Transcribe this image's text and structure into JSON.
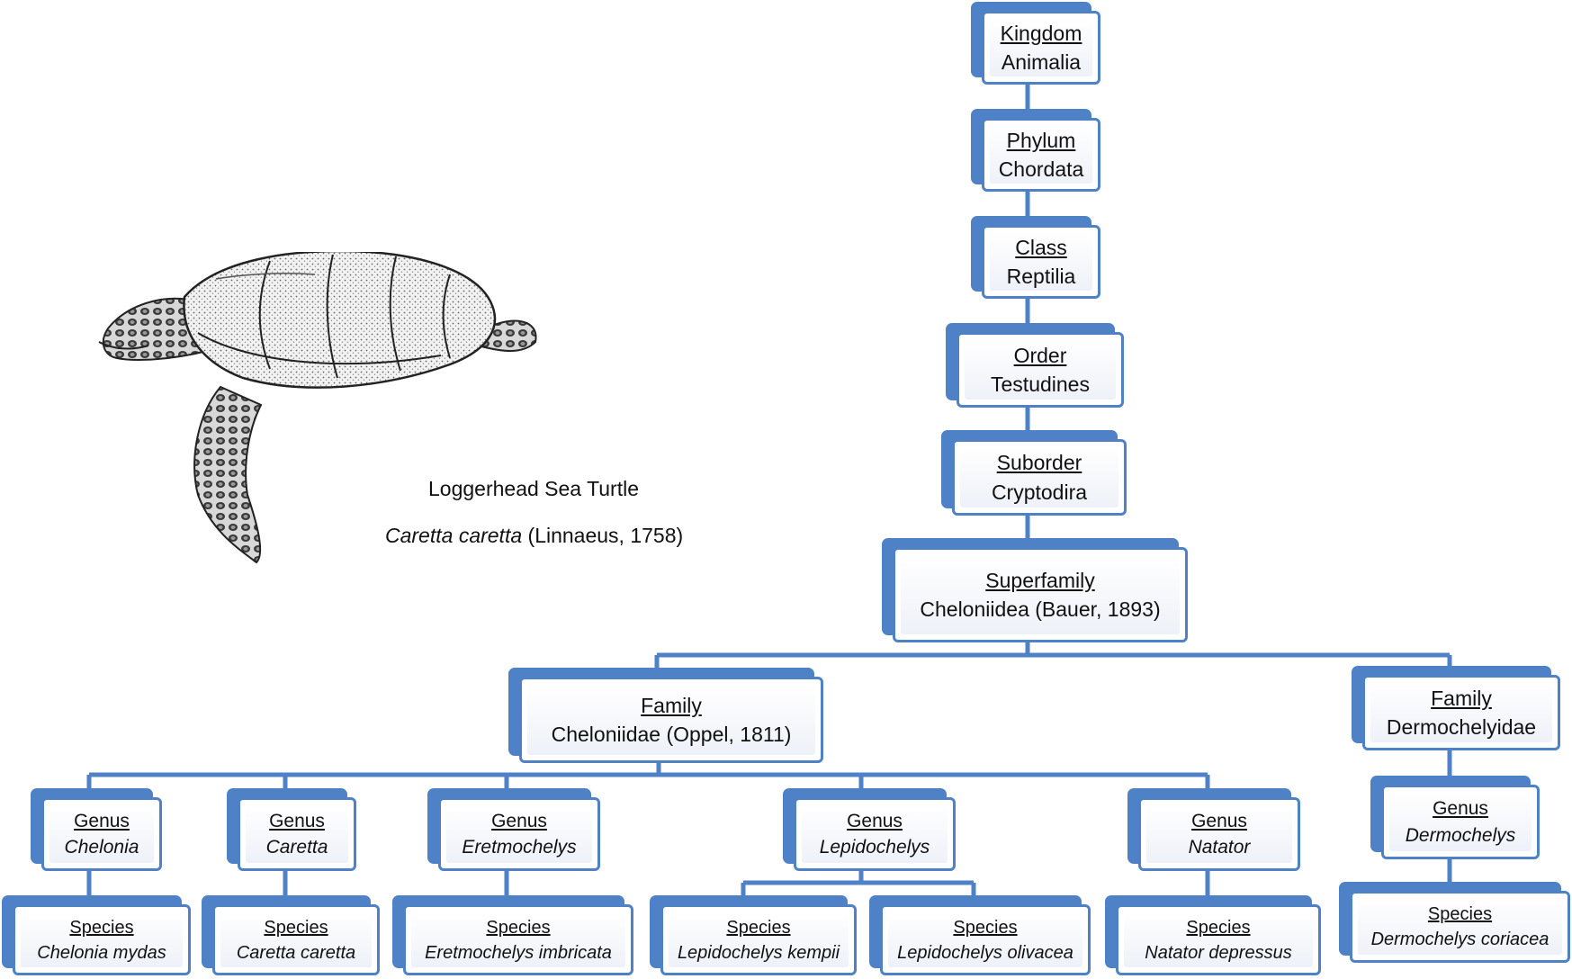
{
  "caption": {
    "common_name": "Loggerhead Sea Turtle",
    "scientific_name": "Caretta caretta",
    "authority": " (Linnaeus, 1758)"
  },
  "tree": {
    "kingdom": {
      "rank": "Kingdom",
      "name": "Animalia"
    },
    "phylum": {
      "rank": "Phylum",
      "name": "Chordata"
    },
    "class": {
      "rank": "Class",
      "name": "Reptilia"
    },
    "order": {
      "rank": "Order",
      "name": "Testudines"
    },
    "suborder": {
      "rank": "Suborder",
      "name": "Cryptodira"
    },
    "superfamily": {
      "rank": "Superfamily",
      "name": "Cheloniidea (Bauer, 1893)"
    },
    "family_cheloniidae": {
      "rank": "Family",
      "name": "Cheloniidae (Oppel, 1811)"
    },
    "family_dermochelyidae": {
      "rank": "Family",
      "name": "Dermochelyidae"
    },
    "genus_chelonia": {
      "rank": "Genus",
      "name": "Chelonia"
    },
    "genus_caretta": {
      "rank": "Genus",
      "name": "Caretta"
    },
    "genus_eretmochelys": {
      "rank": "Genus",
      "name": "Eretmochelys"
    },
    "genus_lepidochelys": {
      "rank": "Genus",
      "name": "Lepidochelys"
    },
    "genus_natator": {
      "rank": "Genus",
      "name": "Natator"
    },
    "genus_dermochelys": {
      "rank": "Genus",
      "name": "Dermochelys"
    },
    "species_chelonia_mydas": {
      "rank": "Species",
      "name": "Chelonia mydas"
    },
    "species_caretta_caretta": {
      "rank": "Species",
      "name": "Caretta caretta"
    },
    "species_eretmochelys_imbricata": {
      "rank": "Species",
      "name": "Eretmochelys imbricata"
    },
    "species_lepidochelys_kempii": {
      "rank": "Species",
      "name": "Lepidochelys kempii"
    },
    "species_lepidochelys_olivacea": {
      "rank": "Species",
      "name": "Lepidochelys olivacea"
    },
    "species_natator_depressus": {
      "rank": "Species",
      "name": "Natator depressus"
    },
    "species_dermochelys_coriacea": {
      "rank": "Species",
      "name": "Dermochelys coriacea"
    }
  },
  "colors": {
    "accent": "#4f81c7"
  }
}
